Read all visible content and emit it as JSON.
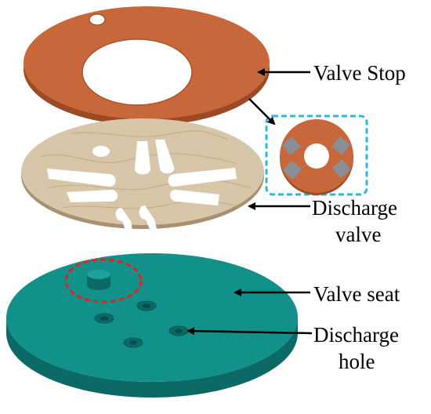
{
  "labels": {
    "valve_stop": "Valve Stop",
    "discharge_valve_line1": "Discharge",
    "discharge_valve_line2": "valve",
    "valve_seat": "Valve seat",
    "discharge_hole_line1": "Discharge",
    "discharge_hole_line2": "hole"
  },
  "colors": {
    "valve_stop": "#c8683a",
    "valve_stop_edge": "#9c4a24",
    "discharge_valve": "#d8c6a8",
    "discharge_valve_edge": "#a89070",
    "valve_seat": "#12908a",
    "valve_seat_edge": "#0b6a66",
    "detail_callout": "#2fb6e0",
    "seat_callout": "#e02424",
    "arrow": "#000000"
  }
}
